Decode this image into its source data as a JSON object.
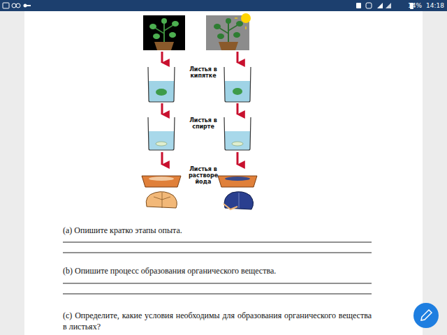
{
  "diagram": {
    "labels": [
      "14%",
      "14:18",
      "Листья в кипятке",
      "Листья в спирте",
      "Листья в растворе йода",
      "(a) Опишите кратко этапы опыта.",
      "(b) Опишите процесс образования органического вещества.",
      "(c) Определите, какие условия необходимы для образования органического вещества в листьях?"
    ]
  }
}
